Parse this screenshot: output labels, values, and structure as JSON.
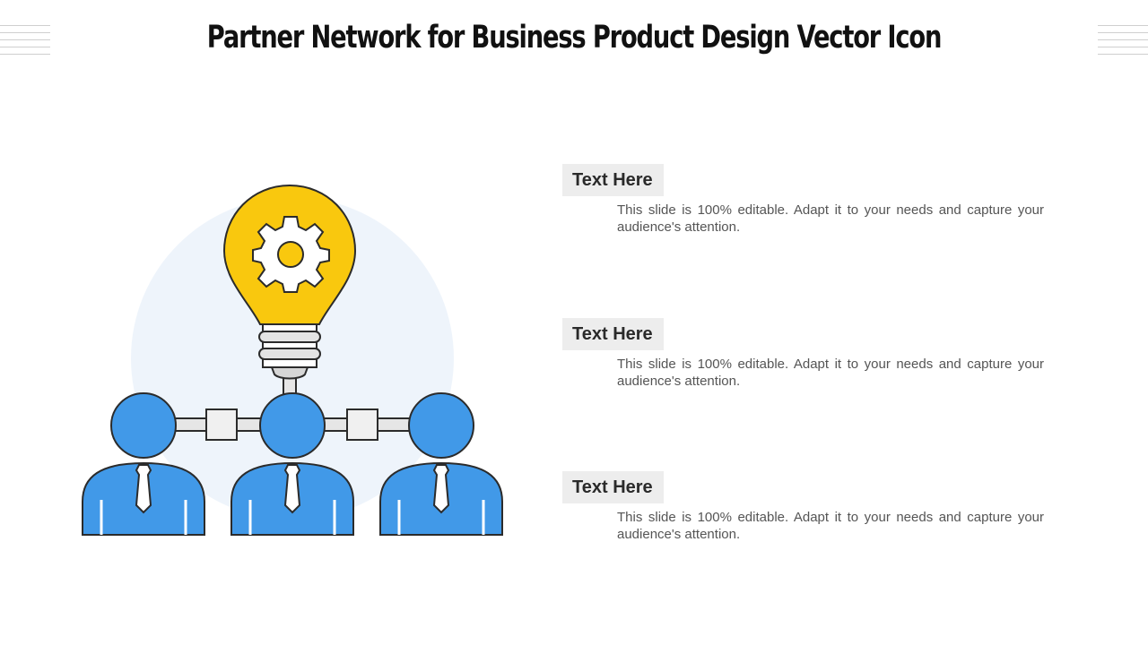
{
  "title": "Partner Network for Business Product Design Vector Icon",
  "items": [
    {
      "heading": "Text Here",
      "body": "This slide is 100% editable. Adapt it to your needs and capture your audience's attention."
    },
    {
      "heading": "Text Here",
      "body": "This slide is 100% editable. Adapt it to your needs and capture your audience's attention."
    },
    {
      "heading": "Text Here",
      "body": "This slide is 100% editable. Adapt it to your needs and capture your audience's attention."
    }
  ],
  "icons": [
    "lightbulb-icon",
    "gear-icon",
    "person-icon"
  ],
  "colors": {
    "bulb": "#F9C80E",
    "person": "#4199E8",
    "circle_bg": "#EEF4FB",
    "outline": "#2b2b2b"
  }
}
